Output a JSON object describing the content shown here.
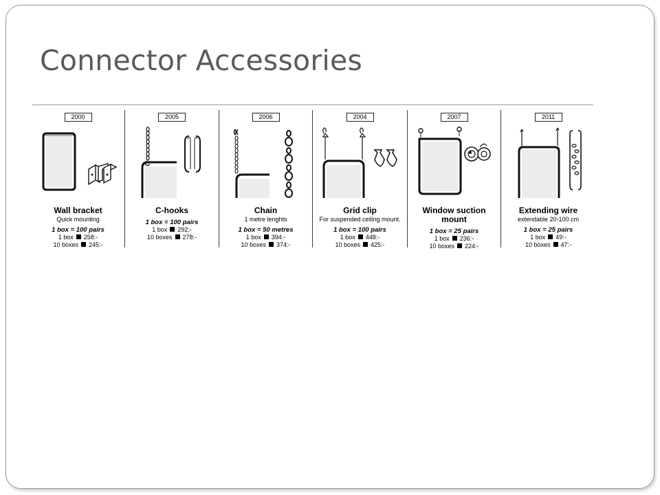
{
  "slide": {
    "title": "Connector Accessories"
  },
  "products": [
    {
      "code": "2000",
      "name": "Wall bracket",
      "subtitle": "Quick mounting",
      "pack": "1 box = 100 pairs",
      "price_1_label": "1 box",
      "price_1": "258:-",
      "price_10_label": "10 boxes",
      "price_10": "245:-"
    },
    {
      "code": "2005",
      "name": "C-hooks",
      "subtitle": "",
      "pack": "1 box = 100 pairs",
      "price_1_label": "1 box",
      "price_1": "292:-",
      "price_10_label": "10 boxes",
      "price_10": "278:-"
    },
    {
      "code": "2006",
      "name": "Chain",
      "subtitle": "1 metre lenghts",
      "pack": "1 box = 50 metres",
      "price_1_label": "1 box",
      "price_1": "394:-",
      "price_10_label": "10 boxes",
      "price_10": "374:-"
    },
    {
      "code": "2004",
      "name": "Grid clip",
      "subtitle": "For suspended ceiling mount.",
      "pack": "1 box = 100 pairs",
      "price_1_label": "1 box",
      "price_1": "448:-",
      "price_10_label": "10 boxes",
      "price_10": "425:-"
    },
    {
      "code": "2007",
      "name": "Window suction mount",
      "subtitle": "",
      "pack": "1 box = 25 pairs",
      "price_1_label": "1 box",
      "price_1": "236:-",
      "price_10_label": "10 boxes",
      "price_10": "224:-"
    },
    {
      "code": "2011",
      "name": "Extending wire",
      "subtitle": "extendable 20-100 cm",
      "pack": "1 box = 25 pairs",
      "price_1_label": "1 box",
      "price_1": "49:-",
      "price_10_label": "10 boxes",
      "price_10": "47:-"
    }
  ]
}
